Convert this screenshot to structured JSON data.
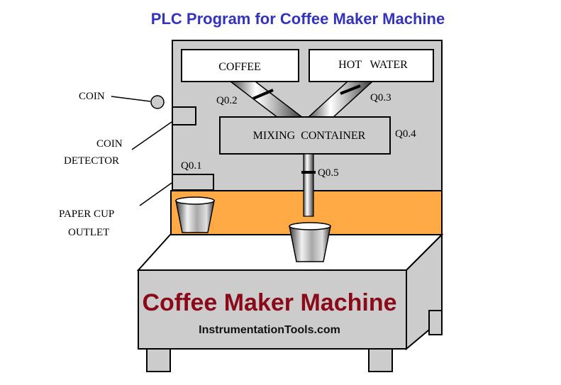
{
  "title": "PLC Program for Coffee Maker Machine",
  "containers": {
    "coffee": "COFFEE",
    "hot_water": "HOT   WATER",
    "mixing": "MIXING  CONTAINER"
  },
  "valves": {
    "cup_outlet": "Q0.1",
    "coffee_valve": "Q0.2",
    "water_valve": "Q0.3",
    "mixer": "Q0.4",
    "dispense_valve": "Q0.5"
  },
  "callouts": {
    "coin": "COIN",
    "coin_detector_line1": "COIN",
    "coin_detector_line2": "DETECTOR",
    "paper_cup_line1": "PAPER CUP",
    "paper_cup_line2": "OUTLET"
  },
  "machine": {
    "name": "Coffee Maker Machine",
    "website": "InstrumentationTools.com"
  },
  "colors": {
    "title": "#3333bb",
    "machine_name": "#8b0a1a",
    "body_gray": "#cccccc",
    "counter_orange": "#ffaa44",
    "outline": "#000000"
  }
}
